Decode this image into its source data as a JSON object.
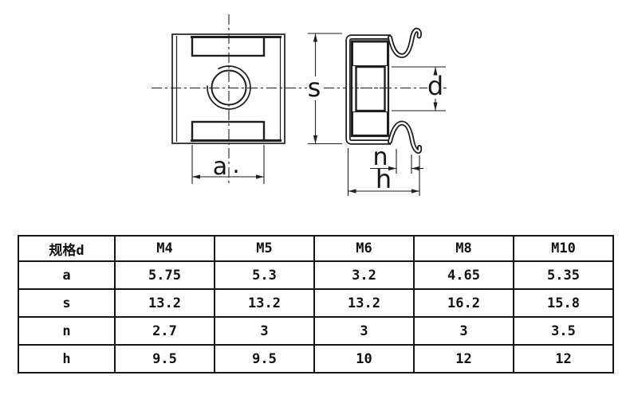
{
  "drawing": {
    "labels": {
      "a": "a",
      "a_dot": ".",
      "s": "s",
      "d": "d",
      "n": "n",
      "h": "h"
    }
  },
  "table": {
    "header": [
      "规格d",
      "M4",
      "M5",
      "M6",
      "M8",
      "M10"
    ],
    "rows": [
      [
        "a",
        "5.75",
        "5.3",
        "3.2",
        "4.65",
        "5.35"
      ],
      [
        "s",
        "13.2",
        "13.2",
        "13.2",
        "16.2",
        "15.8"
      ],
      [
        "n",
        "2.7",
        "3",
        "3",
        "3",
        "3.5"
      ],
      [
        "h",
        "9.5",
        "9.5",
        "10",
        "12",
        "12"
      ]
    ]
  }
}
